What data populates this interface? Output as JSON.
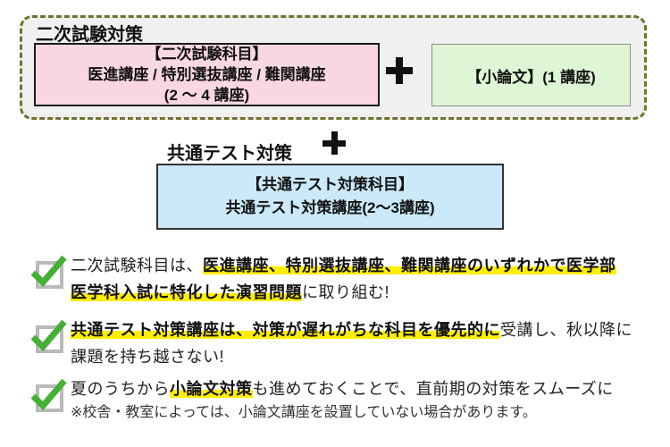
{
  "colors": {
    "section_bg": "#f0f0f0",
    "dashed_border": "#72722d",
    "pink_box_bg": "#f8d6e2",
    "green_box_bg": "#def5d6",
    "blue_box_bg": "#cbe9f8",
    "highlight_yellow": "#ffee00",
    "check_green": "#45b035",
    "text_black": "#1a1a1a"
  },
  "diagram": {
    "secondary_section": {
      "title": "二次試験対策",
      "subjects_box": {
        "line1": "【二次試験科目】",
        "line2": "医進講座 / 特別選抜講座 / 難関講座",
        "line3": "(2 〜 4 講座)"
      },
      "plus": "+",
      "essay_box": {
        "label": "【小論文】(1 講座)"
      }
    },
    "common_section": {
      "plus": "+",
      "title": "共通テスト対策",
      "box": {
        "line1": "【共通テスト対策科目】",
        "line2": "共通テスト対策講座(2〜3講座)"
      }
    }
  },
  "points": [
    {
      "lines": [
        [
          {
            "text": "二次試験科目は、",
            "highlight": false
          },
          {
            "text": "医進講座、特別選抜講座、難関講座のいずれかで医学部",
            "highlight": true
          }
        ],
        [
          {
            "text": "医学科入試に特化した演習問題",
            "highlight": true
          },
          {
            "text": "に取り組む!",
            "highlight": false
          }
        ]
      ]
    },
    {
      "lines": [
        [
          {
            "text": "共通テスト対策講座は、対策が遅れがちな科目を優先的に",
            "highlight": true
          },
          {
            "text": "受講し、秋以降に",
            "highlight": false
          }
        ],
        [
          {
            "text": "課題を持ち越さない!",
            "highlight": false
          }
        ]
      ]
    },
    {
      "lines": [
        [
          {
            "text": "夏のうちから",
            "highlight": false
          },
          {
            "text": "小論文対策",
            "highlight": true
          },
          {
            "text": "も進めておくことで、直前期の対策をスムーズに",
            "highlight": false
          }
        ]
      ],
      "note": "※校舎・教室によっては、小論文講座を設置していない場合があります。"
    }
  ]
}
